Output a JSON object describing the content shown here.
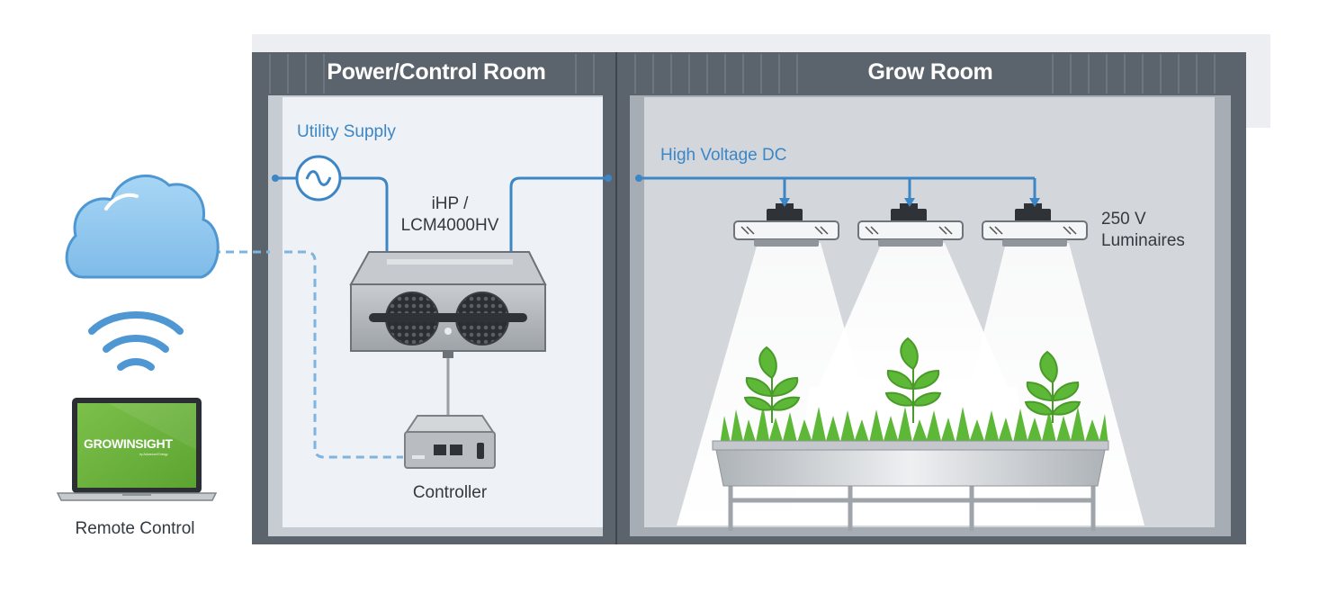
{
  "rooms": {
    "power_control": "Power/Control Room",
    "grow": "Grow Room"
  },
  "labels": {
    "utility_supply": "Utility Supply",
    "high_voltage_dc": "High Voltage DC",
    "ihp_line1": "iHP /",
    "ihp_line2": "LCM4000HV",
    "luminaires_line1": "250 V",
    "luminaires_line2": "Luminaires",
    "controller": "Controller",
    "remote_control": "Remote Control"
  },
  "laptop_screen": {
    "logo": "GROWINSIGHT",
    "tagline": "by Advanced Energy"
  },
  "icons": {
    "cloud": "cloud-icon",
    "wifi": "wifi-icon",
    "laptop": "laptop-icon",
    "ac_source": "ac-source-icon"
  },
  "colors": {
    "wall": "#5b646c",
    "power_room_fill": "#eef1f5",
    "grow_room_fill": "#d3d7dc",
    "blue_wire": "#3d86c6",
    "cloud": "#8fc8ef",
    "plant_green": "#5cb836",
    "screen_green": "#6cb33e"
  }
}
